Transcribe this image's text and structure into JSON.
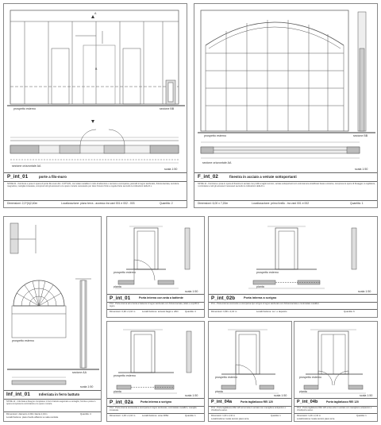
{
  "sheets": [
    {
      "id": "P_int_01",
      "code": "P_int_01",
      "title": "porte a filo-muro",
      "scale": "scala 1:50",
      "labels": {
        "prospect": "prospetto esterno",
        "section": "sezione BB",
        "plan": "sezione orizzontale AA",
        "axis_a": "A",
        "axis_b": "B"
      },
      "description": "SP.0/E.01 - Fornitura e posa in opera di porte filo-muro dim. 0,97*0,81, con telaio metallico in tubo di alluminio e cerniere a scomparsa, pannelli in legno tamburato, finitura laccata, serratura magnetica, maniglia incassata, compresi tutti gli accessori e le opere murarie necessarie per dare il lavoro finito a regola d'arte secondo le indicazioni della D.L.",
      "footer": {
        "dimensions": "Dimensioni: 2,0*(h)2,40m",
        "location": "Localizzazione: piano terra - accesso tra vani 001 e 002 - 003",
        "quantity": "Quantità: 2"
      }
    },
    {
      "id": "F_int_02",
      "code": "F_int_02",
      "title": "finestra in acciaio a vetrate sottoportanti",
      "scale": "scala 1:50",
      "labels": {
        "prospect": "prospetto esterno",
        "section": "sezione BB",
        "plan": "sezione orizzontale AA"
      },
      "description": "SP.0/E.11 - Fornitura e posa in opera di finestra in acciaio con profili a taglio termico, vetrate sottoportanti con vetrocamera stratificato basso emissivo, comprese le opere di fissaggio, le sigillature, i controtelai e tutti gli accessori necessari secondo le indicazioni della D.L.",
      "footer": {
        "dimensions": "Dimensioni: 6,00 x 7,20m",
        "location": "Localizzazione: primo livello - tra vani 001 e 002",
        "quantity": "Quantità: 1"
      }
    },
    {
      "id": "Inf_int_01",
      "code": "Inf_int_01",
      "title": "Inferriata in ferro battuto",
      "scale": "scala 1:50",
      "labels": {
        "prospect": "prospetto esterno",
        "section": "sezione AA"
      },
      "description": "SP.0/E.12 - Inferriata a disegno complesso in ferro battuto sagomato a ventaglio, fornita e posta in opera compresa la verniciatura e le opere murarie.",
      "footer": {
        "dimensions": "Dimensioni: diametro 2,20m  fascia 1,10m",
        "location": "Localizzazione: piano livello affaccio su sala centrale",
        "quantity": "Quantità: 4"
      }
    },
    {
      "id": "P_int_01b",
      "code": "P_int_01",
      "title": "Porta interna con anta a battente",
      "scale": "scala 1:50",
      "labels": {
        "prospect": "prospetto esterno",
        "plan": "pianta"
      },
      "description": "P.10 - Porta interna ad un'anta a battente in legno tamburato con finitura laccata, telaio e coprifili in legno.",
      "footer": {
        "dimensions": "Dimensioni: 0,90 x 2,10 m",
        "location": "Localizzazione: accessi bagni e uffici",
        "quantity": "Quantità: 4"
      }
    },
    {
      "id": "P_int_02b",
      "code": "P_int_02b",
      "title": "Porta interna a scrigno",
      "scale": "scala 1:50",
      "labels": {
        "prospect": "prospetto esterno",
        "plan": "pianta"
      },
      "description": "P.11 - Porta interna scorrevole a scomparsa tipo scrigno in legno tamburato con finitura laccata e controtelaio metallico.",
      "footer": {
        "dimensions": "Dimensioni: 0,80 x 2,10 m",
        "location": "Localizzazione: w.c. e deposito",
        "quantity": "Quantità: 6"
      }
    },
    {
      "id": "P_int_02a",
      "code": "P_int_02a",
      "title": "Porta interna a scrigno",
      "scale": "scala 1:50",
      "labels": {
        "prospect": "prospetto esterno",
        "plan": "pianta"
      },
      "description": "P.12 - Porta interna scorrevole a scomparsa in legno tamburato, controtelaio metallico, maniglia incassata.",
      "footer": {
        "dimensions": "Dimensioni: 1,00 x 2,10 m",
        "location": "Localizzazione: vano 005A",
        "quantity": "Quantità: 1"
      }
    },
    {
      "id": "P_int_04a",
      "code": "P_int_04a",
      "title": "Porta tagliafuoco REI 120",
      "scale": "scala 1:50",
      "labels": {
        "prospect": "prospetto esterno",
        "plan": "pianta"
      },
      "description": "P.13 - Porta tagliafuoco REI 120 ad un'anta in acciaio con maniglione antipanico e chiudiporta aereo.",
      "footer": {
        "dimensions": "Dimensioni: 1,00 x 2,10 m",
        "location": "Localizzazione: locale tecnico piano terra",
        "quantity": "Quantità: 1"
      }
    },
    {
      "id": "P_int_04b",
      "code": "P_int_04b",
      "title": "Porta tagliafuoco REI 120",
      "scale": "scala 1:50",
      "labels": {
        "prospect": "prospetto esterno",
        "plan": "pianta"
      },
      "description": "P.14 - Porta tagliafuoco REI 120 a due ante in acciaio con maniglione antipanico e chiudiporta aereo.",
      "footer": {
        "dimensions": "Dimensioni: 1,20 x 2,10 m",
        "location": "Localizzazione: locale tecnico piano terra",
        "quantity": "Quantità: 1"
      }
    }
  ]
}
